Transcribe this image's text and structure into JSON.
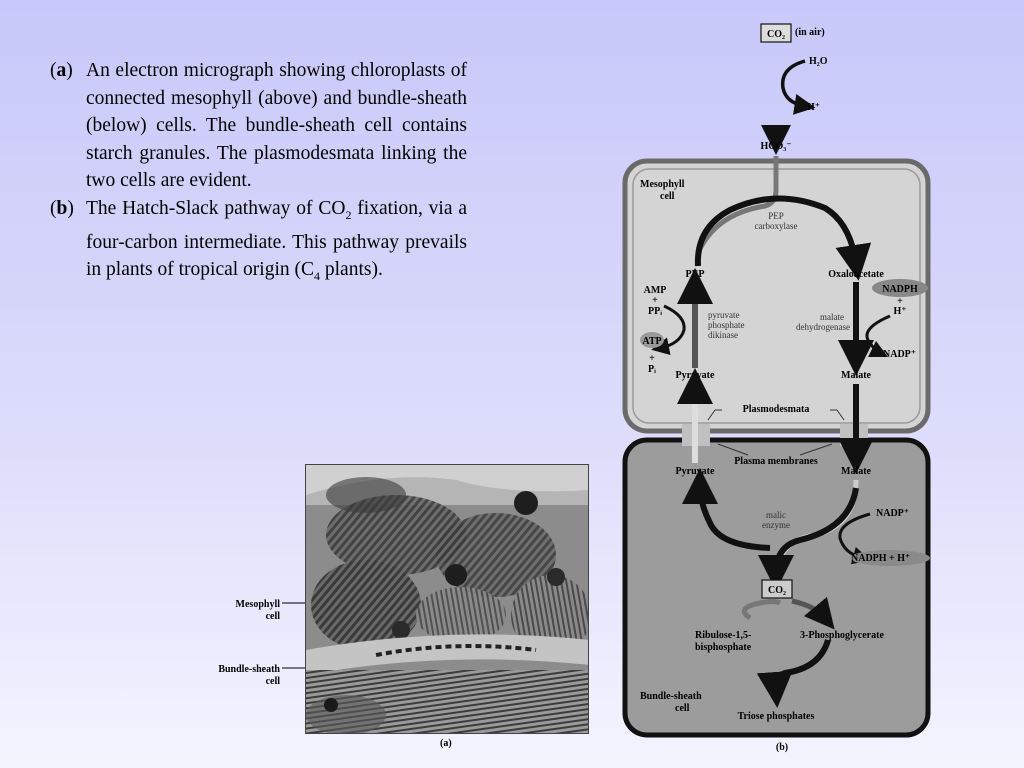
{
  "caption": {
    "a": {
      "label": "a",
      "text": "An electron micrograph showing chloroplasts of connected mesophyll (above) and bundle-sheath (below) cells. The bundle-sheath cell contains starch granules. The plasmodesmata linking the two cells are evident."
    },
    "b": {
      "label": "b",
      "text_before": "The Hatch-Slack pathway of CO",
      "sub1": "2",
      "text_mid": " fixation, via a four-carbon intermediate. This pathway prevails in plants of tropical origin (C",
      "sub2": "4",
      "text_after": " plants)."
    }
  },
  "micrograph": {
    "label_mesophyll": "Mesophyll",
    "label_mesophyll_2": "cell",
    "label_bundle": "Bundle-sheath",
    "label_bundle_2": "cell",
    "panel_label": "(a)"
  },
  "diagram": {
    "co2_air_box": "CO₂",
    "co2_air_note": "(in air)",
    "h2o": "H₂O",
    "h_plus_top": "H⁺",
    "hco3": "HCO₃⁻",
    "mesophyll_1": "Mesophyll",
    "mesophyll_2": "cell",
    "pep_carboxylase_1": "PEP",
    "pep_carboxylase_2": "carboxylase",
    "pep": "PEP",
    "oxaloacetate": "Oxaloacetate",
    "nadph": "NADPH",
    "plus": "+",
    "h_plus": "H⁺",
    "malate_dh_1": "malate",
    "malate_dh_2": "dehydrogenase",
    "nadp_plus": "NADP⁺",
    "amp": "AMP",
    "ppi": "PPᵢ",
    "atp": "ATP",
    "pi": "Pᵢ",
    "ppdk_1": "pyruvate",
    "ppdk_2": "phosphate",
    "ppdk_3": "dikinase",
    "pyruvate_top": "Pyruvate",
    "malate_top": "Malate",
    "plasmodesmata": "Plasmodesmata",
    "plasma_membranes": "Plasma membranes",
    "pyruvate_bottom": "Pyruvate",
    "malate_bottom": "Malate",
    "malic_enzyme_1": "malic",
    "malic_enzyme_2": "enzyme",
    "nadp_plus_bottom": "NADP⁺",
    "nadph_h_bottom": "NADPH + H⁺",
    "co2_box": "CO₂",
    "rubp_1": "Ribulose-1,5-",
    "rubp_2": "bisphosphate",
    "pga": "3-Phosphoglycerate",
    "triose": "Triose phosphates",
    "bundle_1": "Bundle-sheath",
    "bundle_2": "cell",
    "panel_label": "(b)"
  }
}
